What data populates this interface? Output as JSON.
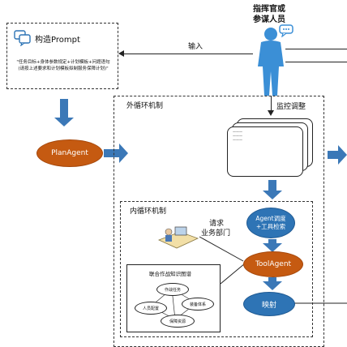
{
  "commander": {
    "title_line1": "指挥官或",
    "title_line2": "参谋人员"
  },
  "prompt_box": {
    "title": "构造Prompt",
    "quote": "\"任务目标+身体参数规定+计划模板+问题语句(请按上述要求和计划模板拟制服务保障计划)\""
  },
  "labels": {
    "input": "输入",
    "outer_loop": "外循环机制",
    "monitor_adjust": "监控调整",
    "inner_loop": "内循环机制",
    "request_line1": "请求",
    "request_line2": "业务部门",
    "kg_title": "联合作战知识图谱"
  },
  "nodes": {
    "plan_agent": "PlanAgent",
    "agent_dispatch": "Agent调度+工具检索",
    "tool_agent": "ToolAgent",
    "mapping": "映射"
  },
  "doc_stack_lines": [
    "一一一",
    "一一一",
    "一一一"
  ],
  "kg_nodes": [
    "作战任务",
    "人员配置",
    "装备体系",
    "保障资源"
  ],
  "colors": {
    "orange": "#c55a11",
    "blue": "#2e74b5",
    "arrow": "#3b78b7"
  }
}
